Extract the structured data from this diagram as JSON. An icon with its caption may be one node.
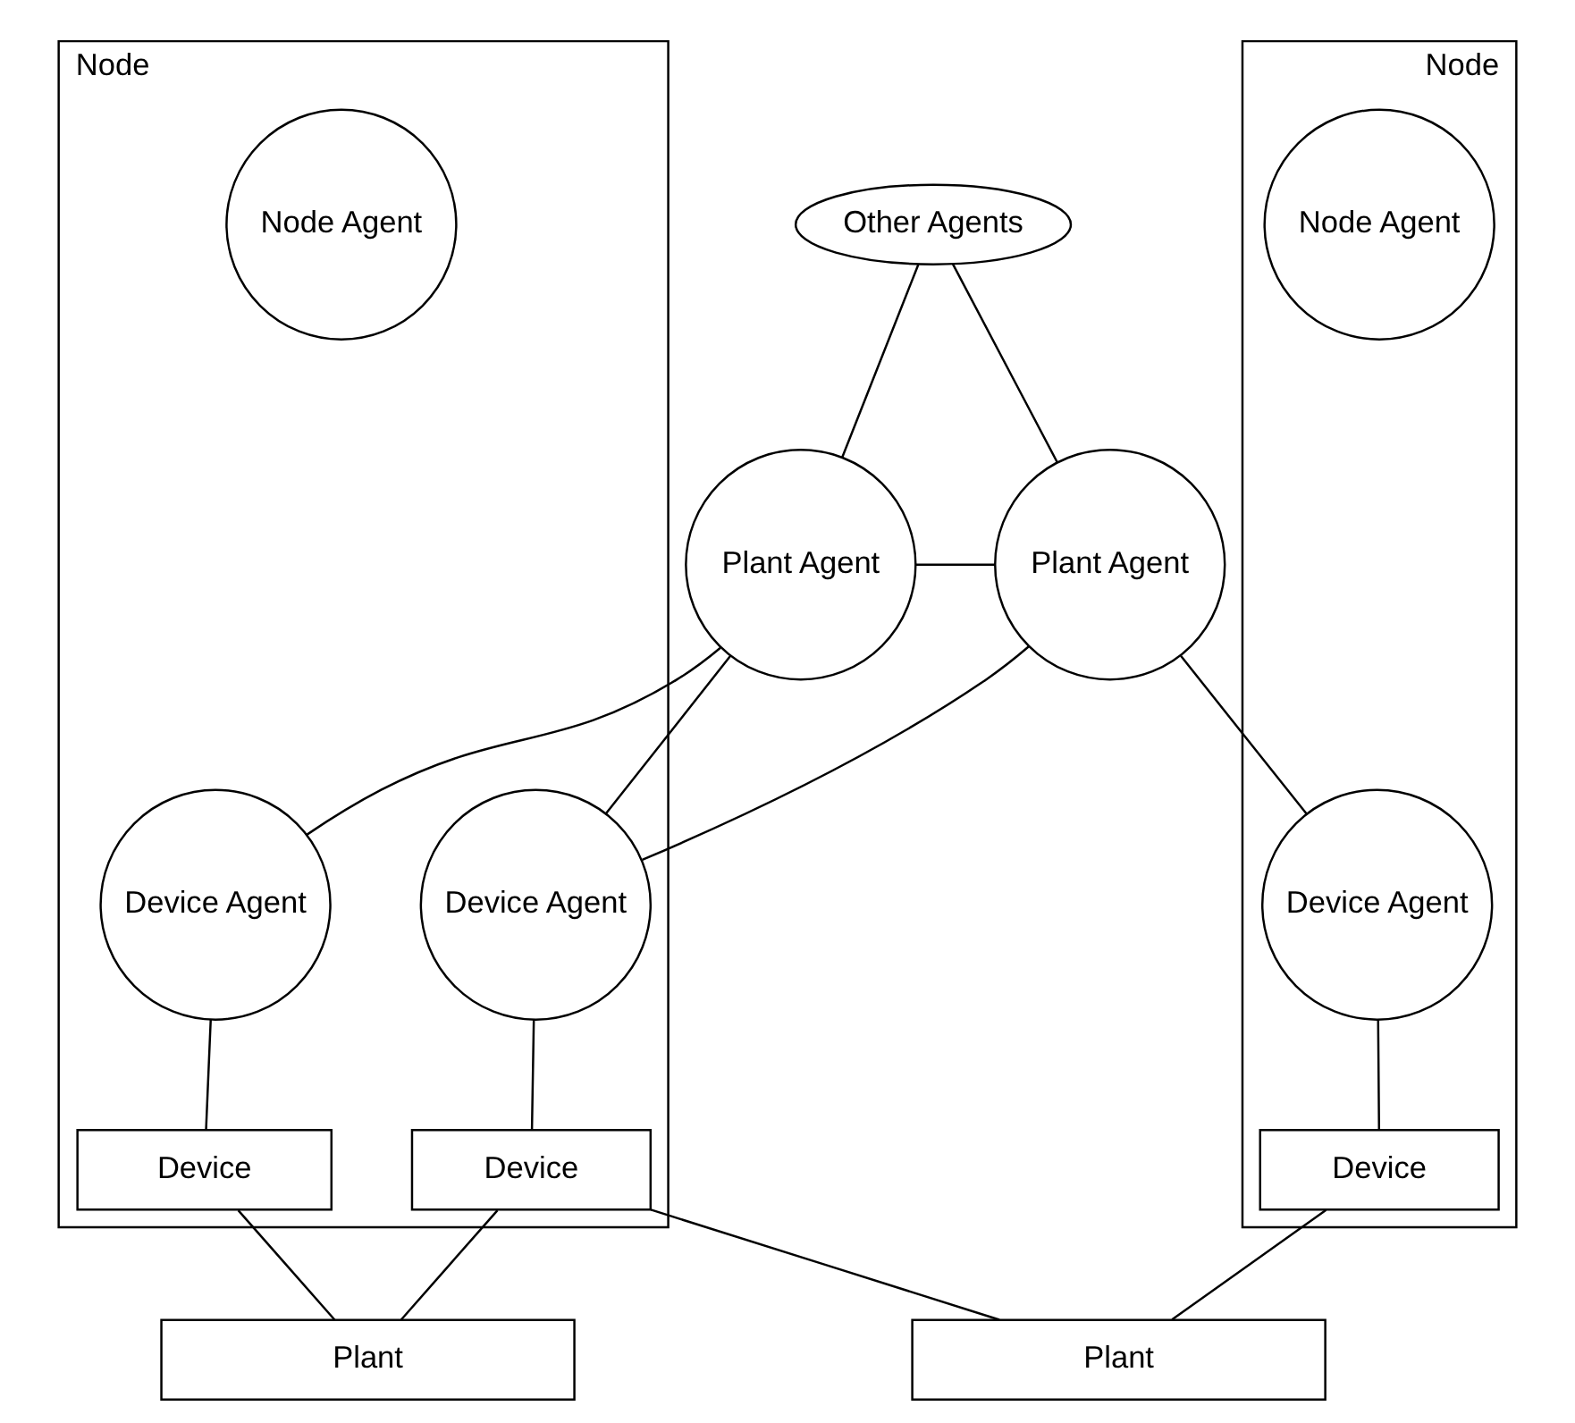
{
  "diagram": {
    "nodes": [
      {
        "text": [
          "Other Agents"
        ]
      },
      {
        "text": [
          "Plant Agent"
        ]
      },
      {
        "text": [
          "Plant Agent"
        ]
      },
      {
        "text": [
          "Node"
        ]
      },
      {
        "text": [
          "Node Agent"
        ],
        "in": 3
      },
      {
        "text": [
          "Device Agent"
        ],
        "in": 3
      },
      {
        "text": [
          "Device Agent"
        ],
        "in": 3
      },
      {
        "text": [
          "Device"
        ],
        "in": 3
      },
      {
        "text": [
          "Device"
        ],
        "in": 3
      },
      {
        "text": [
          "Node"
        ]
      },
      {
        "text": [
          "Device Agent"
        ],
        "in": 9
      },
      {
        "text": [
          "Node Agent"
        ],
        "in": 9
      },
      {
        "text": [
          "Device"
        ],
        "in": 9
      },
      {
        "text": [
          "Plant"
        ]
      },
      {
        "text": [
          "Plant"
        ]
      }
    ],
    "edges": [
      {
        "from": 0,
        "to": 1,
        "arrow": "none"
      },
      {
        "from": 0,
        "to": 2,
        "arrow": "none"
      },
      {
        "from": 1,
        "to": 2,
        "arrow": "none"
      },
      {
        "from": 1,
        "to": 5,
        "arrow": "none"
      },
      {
        "from": 1,
        "to": 6,
        "arrow": "none"
      },
      {
        "from": 2,
        "to": 6,
        "arrow": "none"
      },
      {
        "from": 2,
        "to": 10,
        "arrow": "none"
      },
      {
        "from": 5,
        "to": 7,
        "arrow": "none"
      },
      {
        "from": 6,
        "to": 8,
        "arrow": "none"
      },
      {
        "from": 10,
        "to": 12,
        "arrow": "none"
      },
      {
        "from": 7,
        "to": 13,
        "arrow": "none"
      },
      {
        "from": 8,
        "to": 13,
        "arrow": "none"
      },
      {
        "from": 8,
        "to": 14,
        "arrow": "none"
      },
      {
        "from": 12,
        "to": 14,
        "arrow": "none"
      }
    ]
  }
}
